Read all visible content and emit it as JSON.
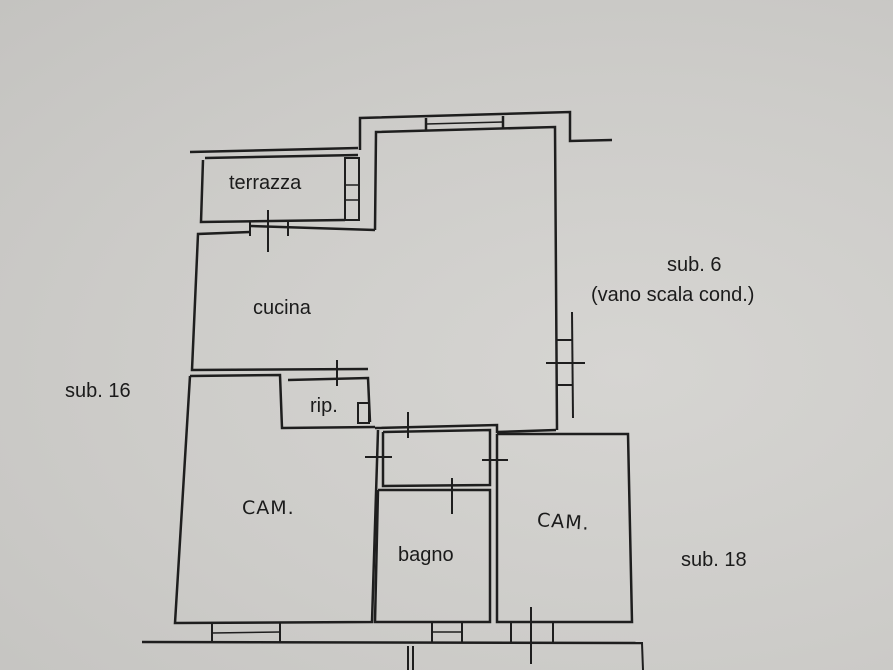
{
  "plan": {
    "rooms": {
      "terrace": "terrazza",
      "kitchen": "cucina",
      "storage": "rip.",
      "bathroom": "bagno",
      "bedroom_left": "CAM.",
      "bedroom_right": "CAM."
    },
    "neighbors": {
      "left": "sub. 16",
      "right_top_line1": "sub. 6",
      "right_top_line2": "(vano scala cond.)",
      "right_bottom": "sub. 18"
    },
    "colors": {
      "paper": "#cfcfcd",
      "ink": "#1b1b1b"
    }
  }
}
